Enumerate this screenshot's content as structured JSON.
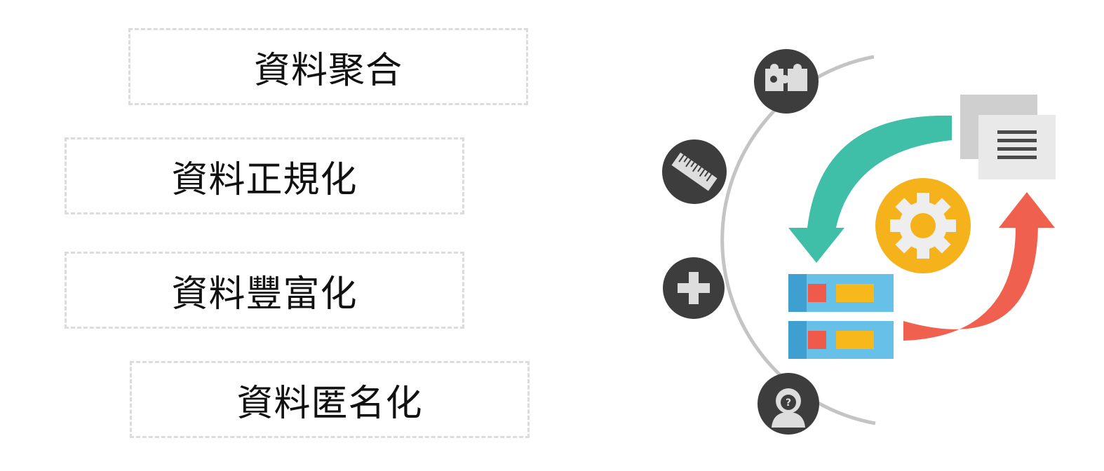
{
  "steps": [
    {
      "label": "資料聚合",
      "icon": "puzzle-icon"
    },
    {
      "label": "資料正規化",
      "icon": "ruler-icon"
    },
    {
      "label": "資料豐富化",
      "icon": "plus-icon"
    },
    {
      "label": "資料匿名化",
      "icon": "anonymous-user-icon"
    }
  ],
  "colors": {
    "box_border": "#dcdcdc",
    "icon_circle": "#3d3d3d",
    "icon_glyph": "#dddddd",
    "arc": "#c4c4c4",
    "teal_arrow": "#3fbfa8",
    "red_arrow": "#f0604e",
    "gear": "#f5b21a",
    "server_blue": "#66c0e8",
    "server_dark_blue": "#3f9fd0",
    "server_red": "#ef5a4a",
    "server_yellow": "#f7b81c",
    "doc_gray": "#e9e9e9",
    "doc_shadow": "#cfcfcf",
    "doc_lines": "#4a4a4a"
  }
}
